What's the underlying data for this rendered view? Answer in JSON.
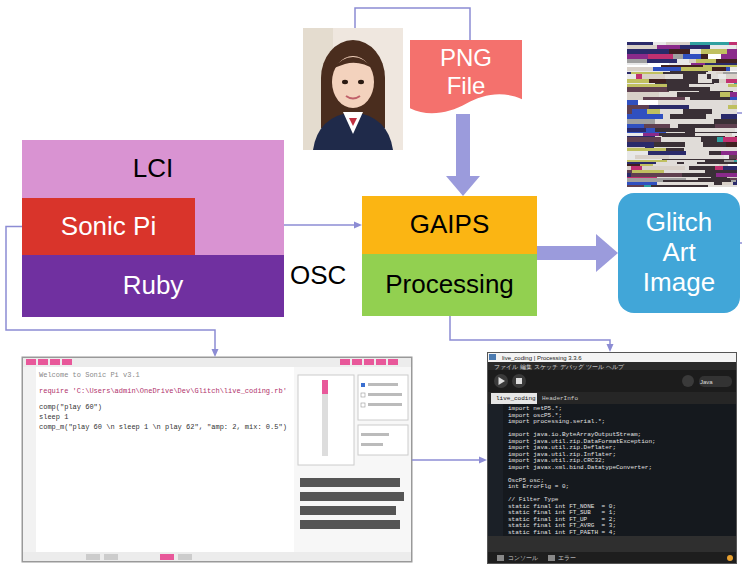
{
  "diagram": {
    "nodes": [
      {
        "text": [
          "LCI"
        ]
      },
      {
        "text": [
          "Sonic Pi"
        ],
        "in": 0
      },
      {
        "text": [
          "Ruby"
        ]
      },
      {
        "text": [
          "PNG File"
        ]
      },
      {
        "text": [
          "GAIPS"
        ]
      },
      {
        "text": [
          "Processing"
        ]
      },
      {
        "text": [
          "Glitch Art Image"
        ]
      },
      {
        "text": [
          "Welcome to Sonic Pi v3.1",
          "require 'C:\\Users\\admin\\OneDrive\\Dev\\Glitch\\live_coding.rb'",
          "comp(\"play 60\")",
          "sleep 1",
          "comp_m(\"play 60 \\n sleep 1 \\n play 62\", \"amp: 2, mix: 0.5\")"
        ]
      },
      {
        "text": [
          "live_coding | Processing 3.3.6",
          "ファイル 編集 スケッチ デバッグ ツール ヘルプ",
          "Java",
          "live_coding",
          "HeaderInfo",
          "import netP5.*;",
          "import oscP5.*;",
          "import processing.serial.*;",
          "import java.io.ByteArrayOutputStream;",
          "import java.util.zip.DataFormatException;",
          "import java.util.zip.Deflater;",
          "import java.util.zip.Inflater;",
          "import java.util.zip.CRC32;",
          "import javax.xml.bind.DatatypeConverter;",
          "OscP5 osc;",
          "int ErrorFlg = 0;",
          "// Filter Type",
          "static final int FT_NONE  = 0;",
          "static final int FT_SUB   = 1;",
          "static final int FT_UP    = 2;",
          "static final int FT_AVRG  = 3;",
          "static final int FT_PAETH = 4;",
          "コンソール",
          "エラー"
        ]
      }
    ],
    "edges": [
      {
        "from": 3,
        "to": 4,
        "arrow": "to"
      },
      {
        "from": 0,
        "to": 4,
        "arrow": "to"
      },
      {
        "from": 4,
        "to": 6,
        "arrow": "to"
      },
      {
        "from": 1,
        "to": 7,
        "arrow": "to"
      },
      {
        "from": 5,
        "to": 8,
        "arrow": "to"
      },
      {
        "from": 7,
        "to": 8,
        "arrow": "to"
      }
    ],
    "labels": [
      "OSC"
    ]
  }
}
